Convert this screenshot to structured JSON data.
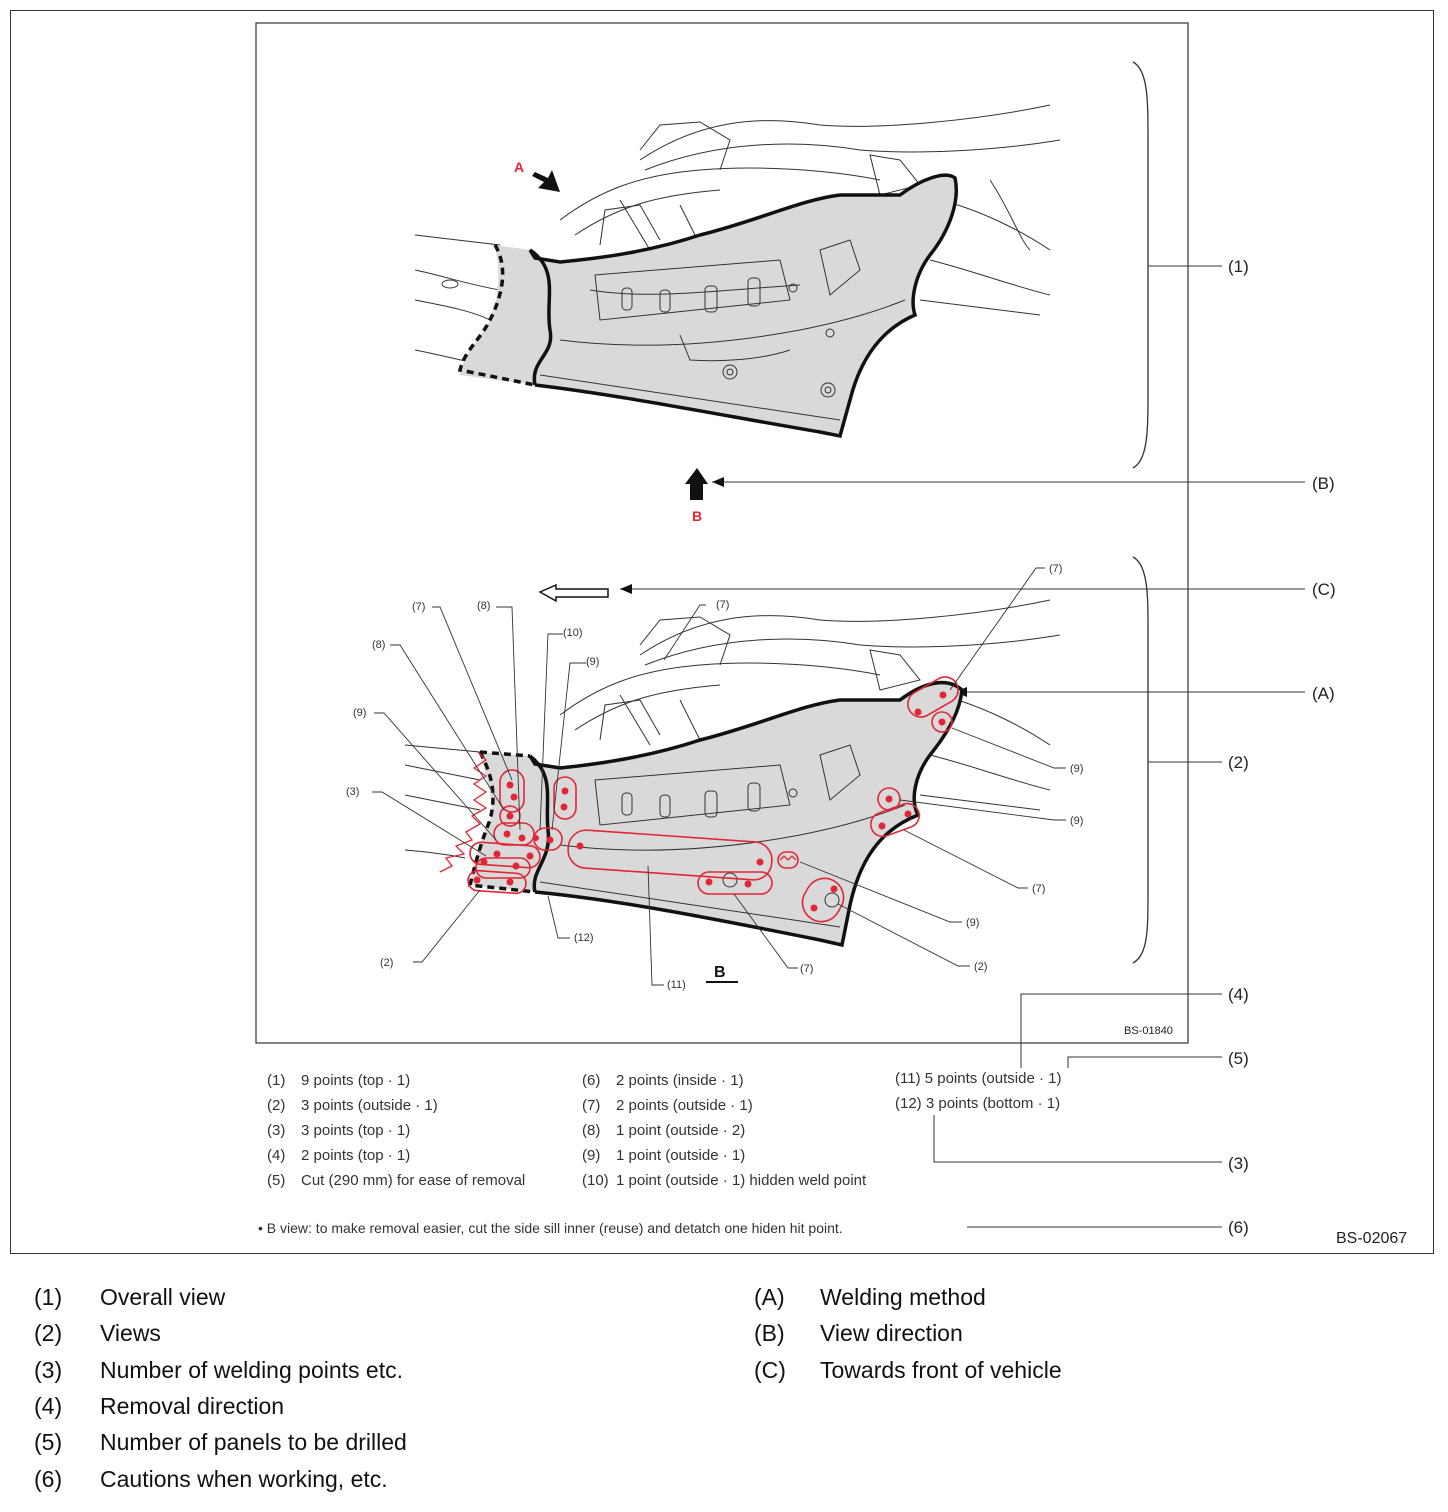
{
  "figure": {
    "inner_code": "BS-01840",
    "outer_code": "BS-02067",
    "view_label_a": "A",
    "view_label_b": "B",
    "view_label_b_underline": "B"
  },
  "callouts": {
    "c1": "(1)",
    "c2": "(2)",
    "c3": "(3)",
    "c4": "(4)",
    "c5": "(5)",
    "c6": "(6)",
    "cA": "(A)",
    "cB": "(B)",
    "cC": "(C)"
  },
  "inner_labels": {
    "l7a": "(7)",
    "l8a": "(8)",
    "l10": "(10)",
    "l9a": "(9)",
    "l7b": "(7)",
    "l8b": "(8)",
    "l9b": "(9)",
    "l3": "(3)",
    "l2a": "(2)",
    "l12": "(12)",
    "l11": "(11)",
    "l7c": "(7)",
    "l9c": "(9)",
    "l2b": "(2)",
    "l7d": "(7)",
    "l9d": "(9)",
    "l9e": "(9)",
    "l7e": "(7)"
  },
  "captions": [
    {
      "num": "(1)",
      "text": "9 points (top · 1)"
    },
    {
      "num": "(2)",
      "text": "3 points (outside · 1)"
    },
    {
      "num": "(3)",
      "text": "3 points (top · 1)"
    },
    {
      "num": "(4)",
      "text": "2 points (top · 1)"
    },
    {
      "num": "(5)",
      "text": "Cut (290 mm) for ease of removal"
    },
    {
      "num": "(6)",
      "text": "2 points (inside · 1)"
    },
    {
      "num": "(7)",
      "text": "2 points (outside · 1)"
    },
    {
      "num": "(8)",
      "text": "1 point (outside · 2)"
    },
    {
      "num": "(9)",
      "text": "1 point (outside · 1)"
    },
    {
      "num": "(10)",
      "text": "1 point (outside · 1) hidden weld point"
    },
    {
      "num": "(11)",
      "text": "5 points (outside · 1)"
    },
    {
      "num": "(12)",
      "text": "3 points (bottom · 1)"
    }
  ],
  "note": "• B view: to make removal easier, cut the side sill inner (reuse) and detatch one hiden hit point.",
  "legend": [
    {
      "num": "(1)",
      "text": "Overall view"
    },
    {
      "num": "(2)",
      "text": "Views"
    },
    {
      "num": "(3)",
      "text": "Number of welding points etc."
    },
    {
      "num": "(4)",
      "text": "Removal direction"
    },
    {
      "num": "(5)",
      "text": "Number of panels to be drilled"
    },
    {
      "num": "(6)",
      "text": "Cautions when working, etc."
    },
    {
      "num": "(A)",
      "text": "Welding method"
    },
    {
      "num": "(B)",
      "text": "View direction"
    },
    {
      "num": "(C)",
      "text": "Towards front of vehicle"
    }
  ],
  "colors": {
    "weld_red": "#e32636",
    "panel_gray": "#d9d9d9",
    "line": "#1a1a1a"
  }
}
